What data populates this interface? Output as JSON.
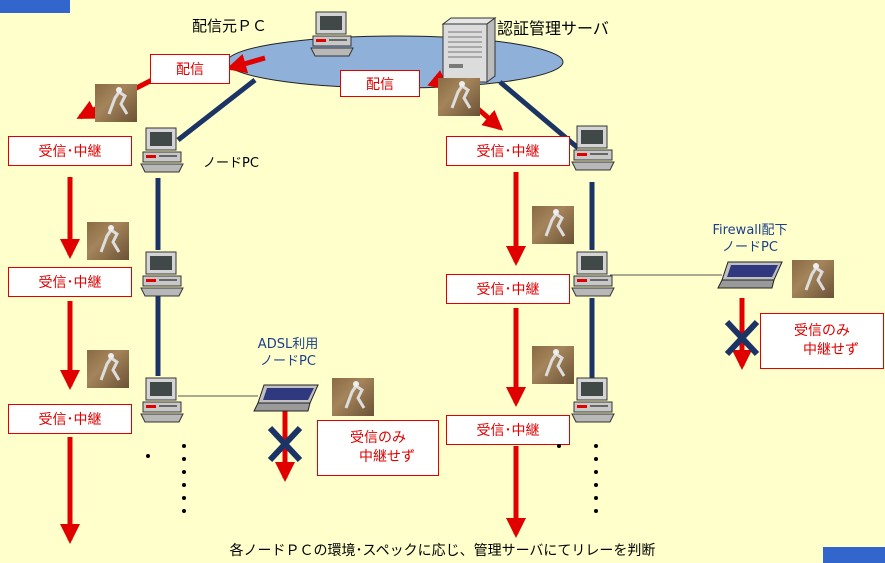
{
  "labels": {
    "source_pc": "配信元ＰＣ",
    "auth_server": "認証管理サーバ",
    "node_pc": "ノードPC",
    "adsl_line1": "ADSL利用",
    "adsl_line2": "ノードPC",
    "firewall_line1": "Firewall配下",
    "firewall_line2": "ノードPC"
  },
  "boxes": {
    "deliver": "配信",
    "relay": "受信･中継",
    "receive_only_line1": "受信のみ",
    "receive_only_line2": "中継せず"
  },
  "caption": "各ノードＰＣの環境･スペックに応じ、管理サーバにてリレーを判断",
  "colors": {
    "background": "#ffffcc",
    "arrow": "#e00000",
    "link": "#1c3366",
    "accent": "#3366cc"
  }
}
